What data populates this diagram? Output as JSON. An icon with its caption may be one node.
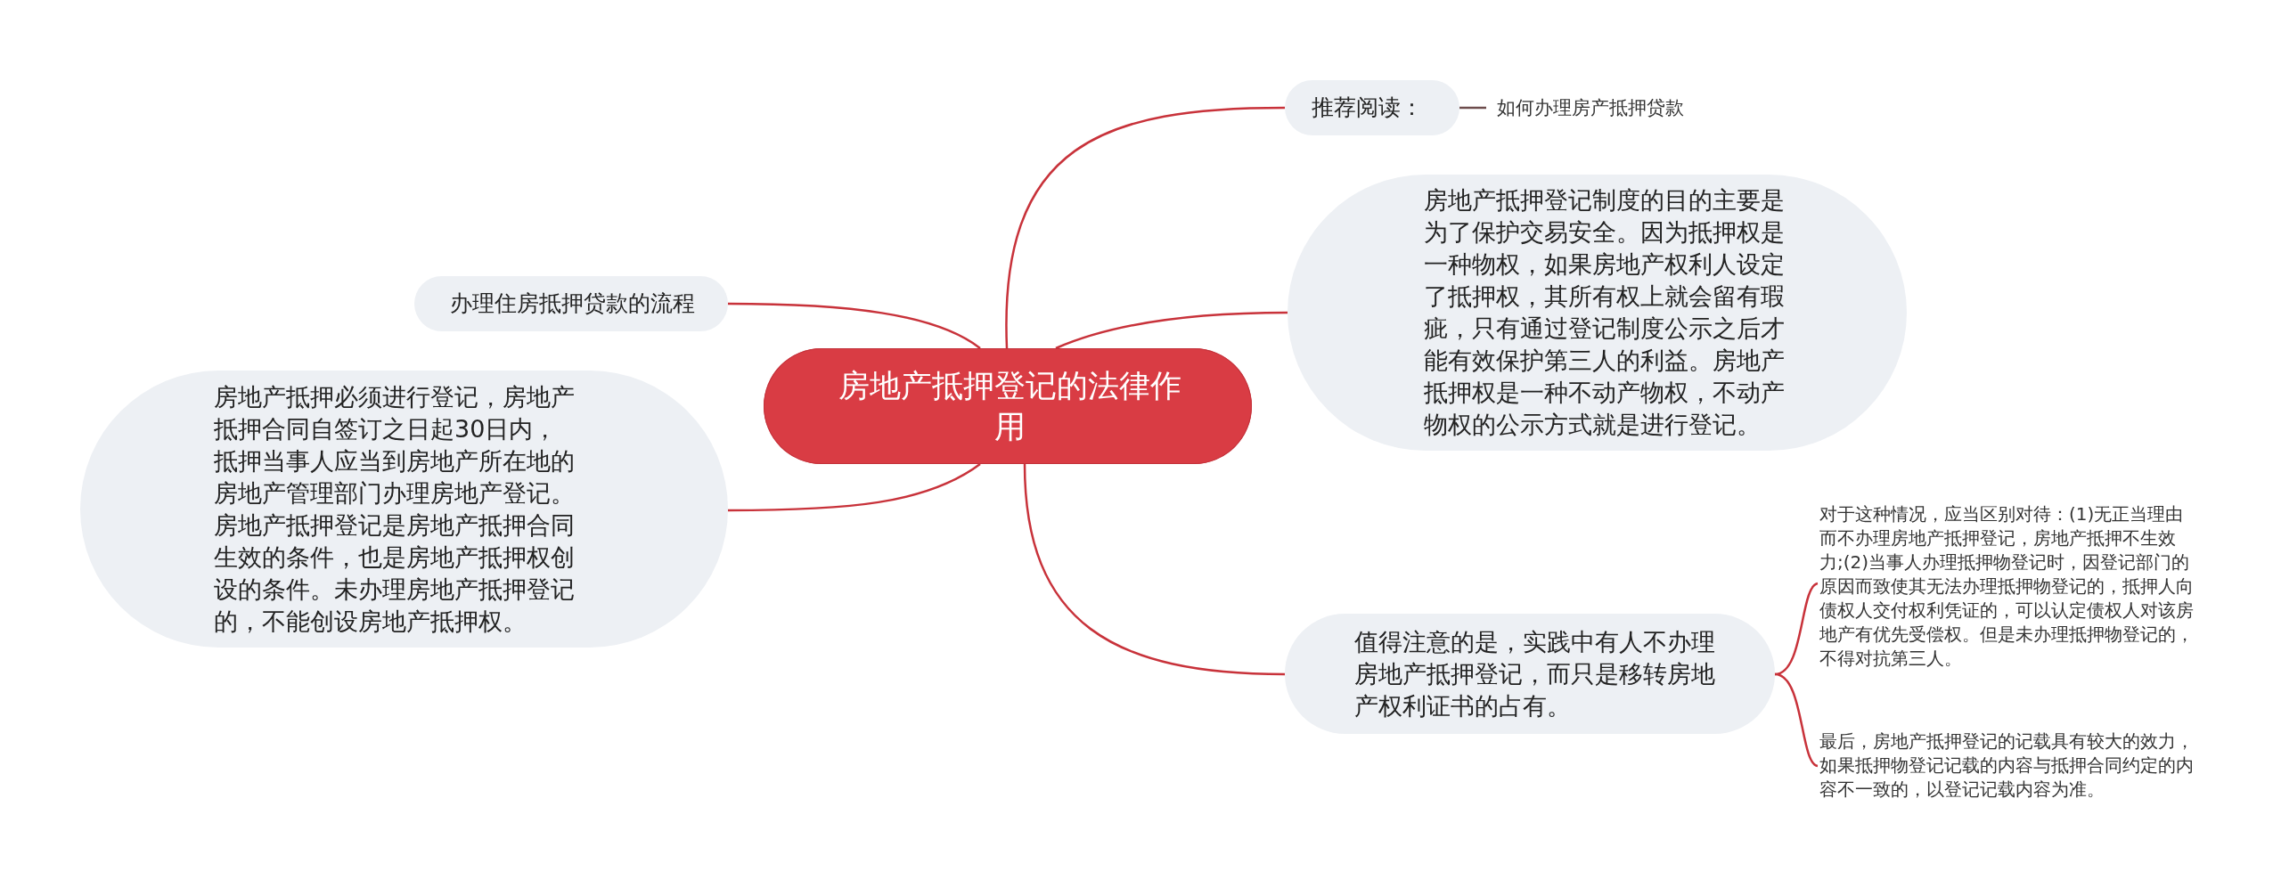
{
  "diagram": {
    "nodes": [
      {
        "text": [
          "房地产抵押登记的法律作用"
        ]
      },
      {
        "text": [
          "推荐阅读："
        ]
      },
      {
        "text": [
          "如何办理房产抵押贷款"
        ]
      },
      {
        "text": [
          "房地产抵押登记制度的目的主要是为了保护交易安全。因为抵押权是一种物权，如果房地产权利人设定了抵押权，其所有权上就会留有瑕疵，只有通过登记制度公示之后才能有效保护第三人的利益。房地产抵押权是一种不动产物权，不动产物权的公示方式就是进行登记。"
        ]
      },
      {
        "text": [
          "值得注意的是，实践中有人不办理房地产抵押登记，而只是移转房地产权利证书的占有。"
        ]
      },
      {
        "text": [
          "对于这种情况，应当区别对待：(1)无正当理由而不办理房地产抵押登记，房地产抵押不生效力;(2)当事人办理抵押物登记时，因登记部门的原因而致使其无法办理抵押物登记的，抵押人向债权人交付权利凭证的，可以认定债权人对该房地产有优先受偿权。但是未办理抵押物登记的，不得对抗第三人。"
        ]
      },
      {
        "text": [
          "最后，房地产抵押登记的记载具有较大的效力，如果抵押物登记记载的内容与抵押合同约定的内容不一致的，以登记记载内容为准。"
        ]
      },
      {
        "text": [
          "办理住房抵押贷款的流程"
        ]
      },
      {
        "text": [
          "房地产抵押必须进行登记，房地产抵押合同自签订之日起30日内，抵押当事人应当到房地产所在地的房地产管理部门办理房地产登记。房地产抵押登记是房地产抵押合同生效的条件，也是房地产抵押权创设的条件。未办理房地产抵押登记的，不能创设房地产抵押权。"
        ]
      }
    ],
    "edges": [
      {
        "from": 0,
        "to": 1,
        "arrow": "none"
      },
      {
        "from": 1,
        "to": 2,
        "arrow": "none",
        "color": "#6d4c4c"
      },
      {
        "from": 0,
        "to": 3,
        "arrow": "none"
      },
      {
        "from": 0,
        "to": 4,
        "arrow": "none"
      },
      {
        "from": 4,
        "to": 5,
        "arrow": "none"
      },
      {
        "from": 4,
        "to": 6,
        "arrow": "none"
      },
      {
        "from": 0,
        "to": 7,
        "arrow": "none"
      },
      {
        "from": 0,
        "to": 8,
        "arrow": "none"
      }
    ]
  }
}
